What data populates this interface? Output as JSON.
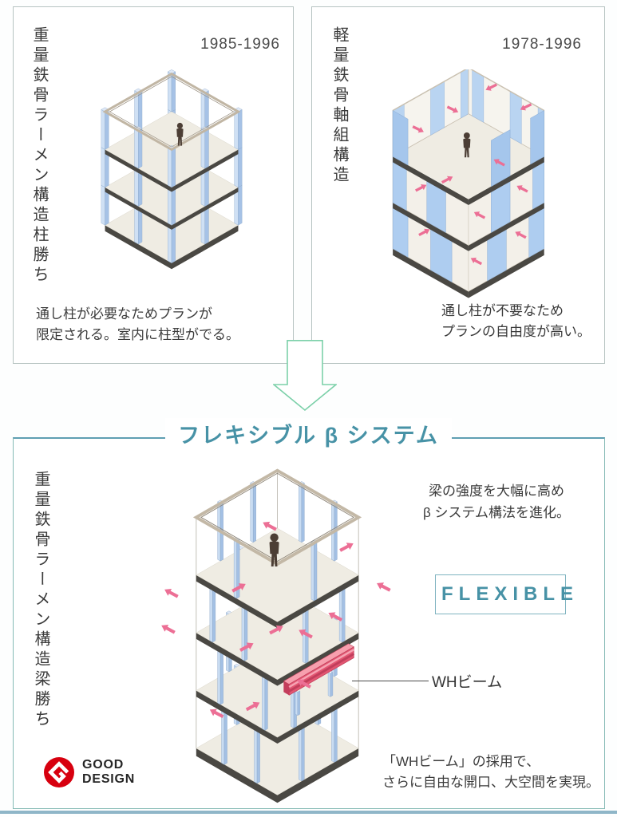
{
  "top_left_panel": {
    "title_vertical": "重量鉄骨ラーメン構造柱勝ち",
    "years": "1985-1996",
    "caption_line1": "通し柱が必要なためプランが",
    "caption_line2": "限定される。室内に柱型がでる。"
  },
  "top_right_panel": {
    "title_vertical": "軽量鉄骨軸組構造",
    "years": "1978-1996",
    "caption_line1": "通し柱が不要なため",
    "caption_line2": "プランの自由度が高い。"
  },
  "bottom_panel": {
    "heading": "フレキシブル β システム",
    "title_vertical": "重量鉄骨ラーメン構造梁勝ち",
    "note_line1": "梁の強度を大幅に高め",
    "note_line2": "β システム構法を進化。",
    "badge_label": "FLEXIBLE",
    "beam_label": "WHビーム",
    "caption_line1": "「WHビーム」の採用で、",
    "caption_line2": "さらに自由な開口、大空間を実現。",
    "award_line1": "GOOD",
    "award_line2": "DESIGN"
  },
  "colors": {
    "accent_teal": "#4792a6",
    "heading_line_teal": "#5f9fb2",
    "panel_border_gray": "#b6c3c1",
    "beta_panel_border": "#85bab5",
    "transition_arrow_green": "#7cd0a9",
    "column_blue": "#aecdf0",
    "shear_arrow_pink": "#ec6f95",
    "wh_beam_pink": "#e25672",
    "slab_dark": "#4a4843",
    "floor_cream": "#efece3",
    "good_design_red": "#d7000f",
    "bottom_strip_blue": "#8fb6c8"
  }
}
